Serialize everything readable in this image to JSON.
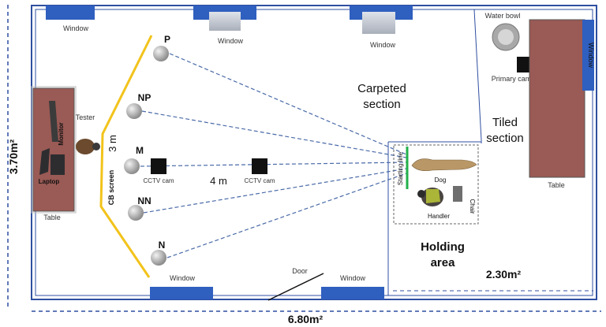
{
  "dimensions": {
    "width_label": "6.80m²",
    "height_label": "3.70m²",
    "holding_area_label": "2.30m²",
    "distance_4m": "4 m",
    "distance_3m": "3 m"
  },
  "windows": {
    "top_left": "Window",
    "top_middle": "Window",
    "top_right": "Window",
    "bottom_left": "Window",
    "bottom_right": "Window",
    "right_wall": "Window"
  },
  "sections": {
    "carpeted": [
      "Carpeted",
      "section"
    ],
    "tiled": [
      "Tiled",
      "section"
    ],
    "holding": [
      "Holding",
      "area"
    ]
  },
  "furniture": {
    "left_table": "Table",
    "right_table": "Table",
    "monitor": "Monitor",
    "laptop": "Laptop",
    "tester": "Tester",
    "cb_screen": "CB screen",
    "door": "Door",
    "water_bowl": "Water bowl",
    "primary_cam": "Primary cam",
    "starting_line": "Starting line",
    "chair": "Chair"
  },
  "positions": {
    "p": "P",
    "np": "NP",
    "m": "M",
    "nn": "NN",
    "n": "N"
  },
  "cameras": {
    "cctv_1": "CCTV cam",
    "cctv_2": "CCTV cam"
  },
  "subjects": {
    "dog": "Dog",
    "handler": "Handler"
  },
  "colors": {
    "wall": "#2f4fa0",
    "window": "#2f5fbf",
    "table": "#9a5a55",
    "cb_screen": "#f2c31b",
    "dashed_line": "#4a6aa8",
    "starting_line": "#22b04a",
    "bowl": "#b0b0b0"
  }
}
